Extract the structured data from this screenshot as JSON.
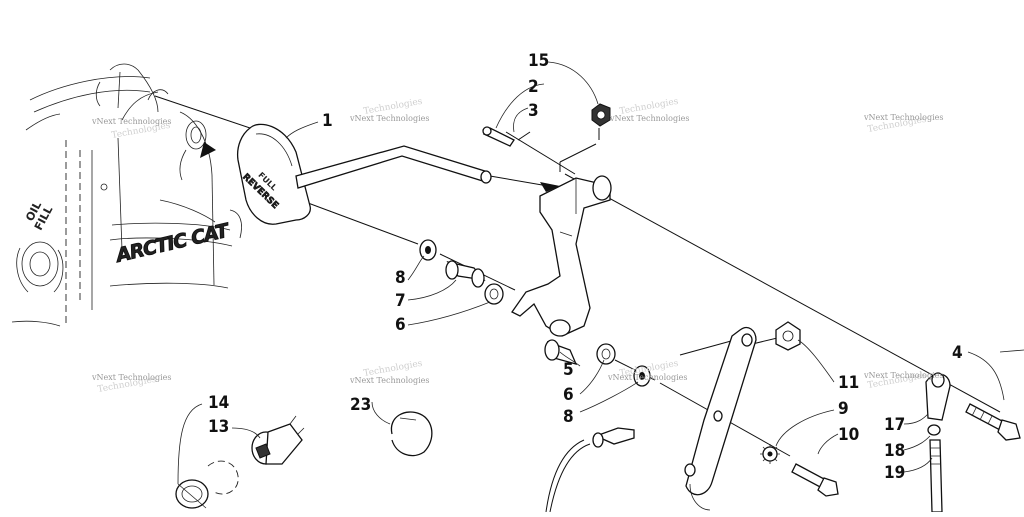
{
  "diagram": {
    "callouts": [
      {
        "id": "c1",
        "label": "1"
      },
      {
        "id": "c2",
        "label": "2"
      },
      {
        "id": "c3",
        "label": "3"
      },
      {
        "id": "c4",
        "label": "4"
      },
      {
        "id": "c5",
        "label": "5"
      },
      {
        "id": "c6a",
        "label": "6"
      },
      {
        "id": "c6b",
        "label": "6"
      },
      {
        "id": "c7",
        "label": "7"
      },
      {
        "id": "c8a",
        "label": "8"
      },
      {
        "id": "c8b",
        "label": "8"
      },
      {
        "id": "c9",
        "label": "9"
      },
      {
        "id": "c10",
        "label": "10"
      },
      {
        "id": "c11",
        "label": "11"
      },
      {
        "id": "c13",
        "label": "13"
      },
      {
        "id": "c14",
        "label": "14"
      },
      {
        "id": "c15",
        "label": "15"
      },
      {
        "id": "c17",
        "label": "17"
      },
      {
        "id": "c18",
        "label": "18"
      },
      {
        "id": "c19",
        "label": "19"
      },
      {
        "id": "c23",
        "label": "23"
      }
    ],
    "imprints": {
      "oil_fill_line1": "OIL",
      "oil_fill_line2": "FILL",
      "brand": "ARCTIC CAT",
      "pedal_line1": "FULL",
      "pedal_line2": "REVERSE"
    },
    "watermark": "vNext Technologies",
    "watermark_ghost": "Technologies"
  }
}
